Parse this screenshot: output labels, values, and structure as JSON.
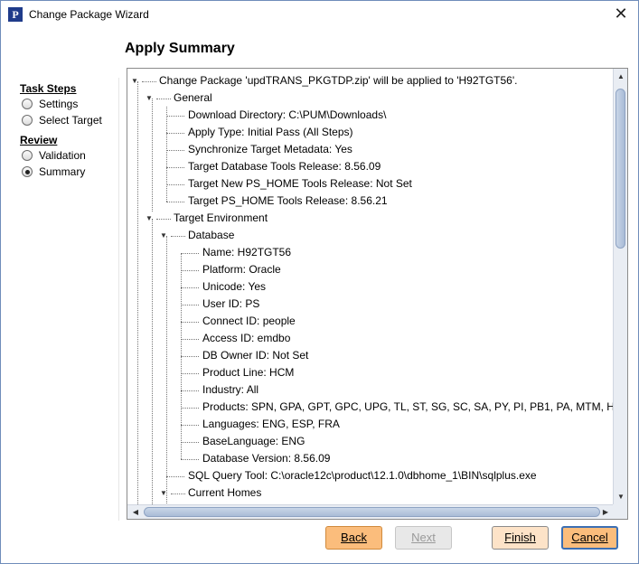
{
  "window": {
    "title": "Change Package Wizard",
    "icon_letter": "P",
    "close_glyph": "✕"
  },
  "page_title": "Apply Summary",
  "steps": {
    "task_steps_label": "Task Steps",
    "review_label": "Review",
    "items": [
      {
        "label": "Settings",
        "checked": false
      },
      {
        "label": "Select Target",
        "checked": false
      },
      {
        "label": "Validation",
        "checked": false
      },
      {
        "label": "Summary",
        "checked": true
      }
    ]
  },
  "tree": {
    "root": "Change Package 'updTRANS_PKGTDP.zip' will be applied to 'H92TGT56'.",
    "general": {
      "label": "General",
      "items": [
        "Download Directory: C:\\PUM\\Downloads\\",
        "Apply Type: Initial Pass (All Steps)",
        "Synchronize Target Metadata: Yes",
        "Target Database Tools Release: 8.56.09",
        "Target New PS_HOME Tools Release: Not Set",
        "Target PS_HOME Tools Release: 8.56.21"
      ]
    },
    "target_environment": {
      "label": "Target Environment",
      "database": {
        "label": "Database",
        "items": [
          "Name: H92TGT56",
          "Platform: Oracle",
          "Unicode: Yes",
          "User ID: PS",
          "Connect ID: people",
          "Access ID: emdbo",
          "DB Owner ID: Not Set",
          "Product Line: HCM",
          "Industry: All",
          "Products: SPN, GPA, GPT, GPC, UPG, TL, ST, SG, SC, SA, PY, PI, PB1, PA, MTM, HR",
          "Languages: ENG, ESP, FRA",
          "BaseLanguage: ENG",
          "Database Version: 8.56.09"
        ]
      },
      "sql_query_tool": "SQL Query Tool: C:\\oracle12c\\product\\12.1.0\\dbhome_1\\BIN\\sqlplus.exe",
      "current_homes_label": "Current Homes"
    }
  },
  "buttons": {
    "back": "Back",
    "next": "Next",
    "finish": "Finish",
    "cancel": "Cancel"
  }
}
